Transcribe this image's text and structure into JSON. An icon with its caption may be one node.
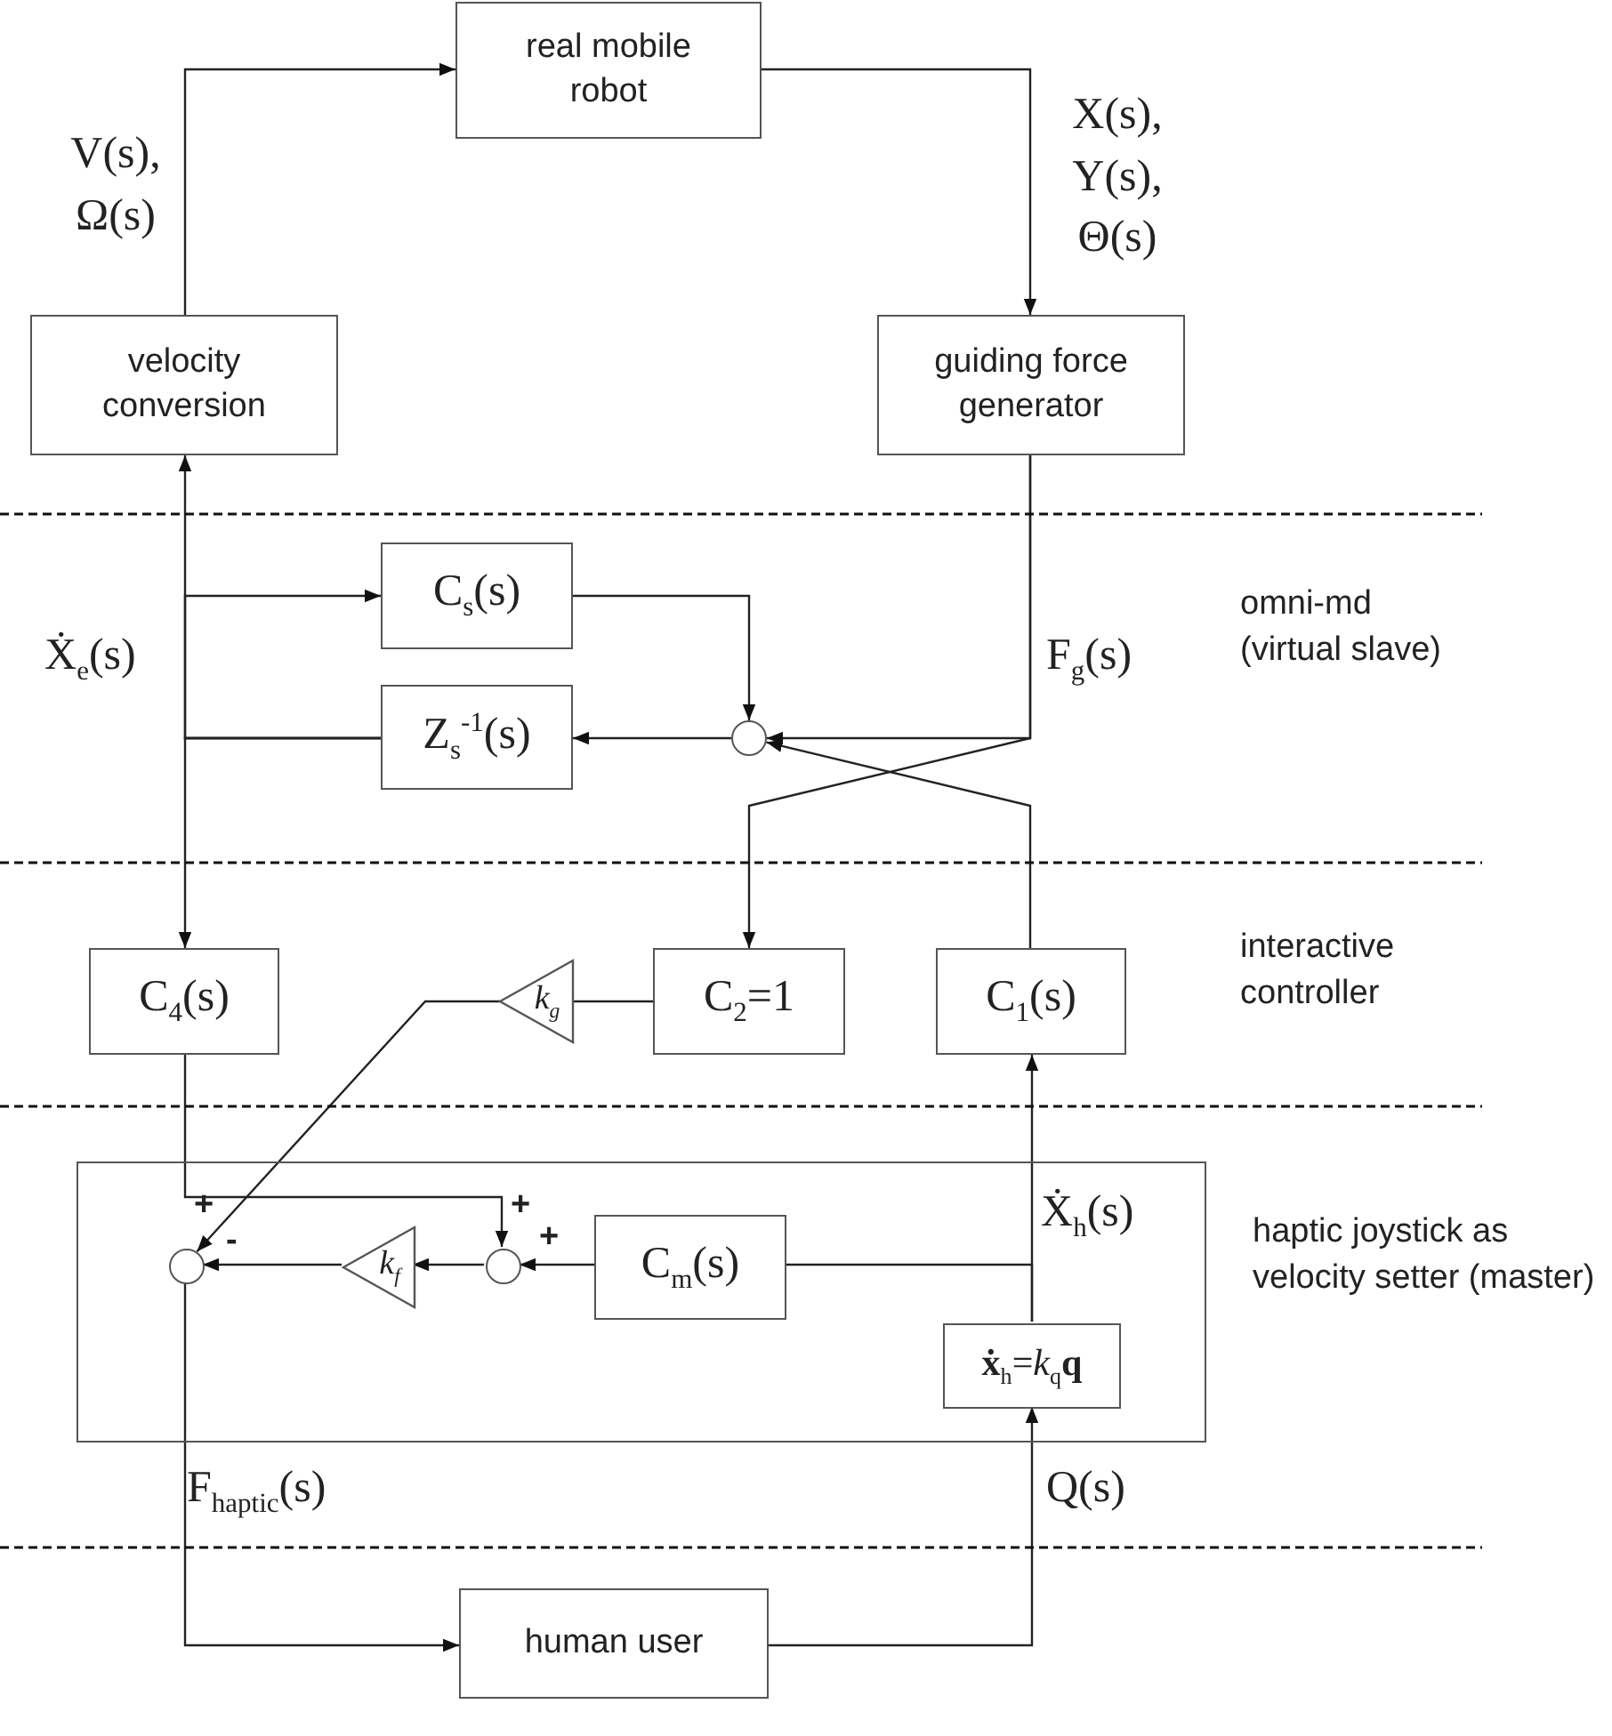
{
  "diagram": {
    "nodes": [
      {
        "text": [
          "real mobile robot"
        ]
      },
      {
        "text": [
          "velocity conversion"
        ]
      },
      {
        "text": [
          "guiding force generator"
        ]
      },
      {
        "text": [
          "C$_{s}$(s)"
        ]
      },
      {
        "text": [
          "Z$_{s}$$^{-1}$(s)"
        ]
      },
      {
        "text": [],
        "shape": "circle"
      },
      {
        "text": [
          "C$_{4}$(s)"
        ]
      },
      {
        "text": [
          "k$_{g}$"
        ]
      },
      {
        "text": [
          "C$_{2}$=1"
        ]
      },
      {
        "text": [
          "C$_{1}$(s)"
        ]
      },
      {
        "text": [
          "haptic joystick as velocity setter (master)"
        ]
      },
      {
        "text": [],
        "shape": "circle",
        "in": 10
      },
      {
        "text": [
          "k$_{f}$"
        ],
        "in": 10
      },
      {
        "text": [],
        "shape": "circle",
        "in": 10
      },
      {
        "text": [
          "C$_{m}$(s)"
        ],
        "in": 10
      },
      {
        "text": [
          "**ẋ**$_{h}$=*k*$_{q}$**q**"
        ],
        "in": 10
      },
      {
        "text": [
          "human user"
        ]
      }
    ],
    "edges": [
      {
        "from": 1,
        "to": 0,
        "arrow": "to"
      },
      {
        "from": 0,
        "to": 2,
        "arrow": "to"
      },
      {
        "from": 2,
        "to": 5,
        "arrow": "to"
      },
      {
        "from": 2,
        "to": 8,
        "arrow": "to"
      },
      {
        "from": 9,
        "to": 5,
        "arrow": "to"
      },
      {
        "from": 5,
        "to": 4,
        "arrow": "to"
      },
      {
        "from": 4,
        "to": 1,
        "arrow": "to"
      },
      {
        "from": 4,
        "to": 6,
        "arrow": "to"
      },
      {
        "from": 4,
        "to": 3,
        "arrow": "to"
      },
      {
        "from": 3,
        "to": 5,
        "arrow": "to"
      },
      {
        "from": 6,
        "to": 13,
        "arrow": "to"
      },
      {
        "from": 8,
        "to": 7,
        "arrow": "none"
      },
      {
        "from": 7,
        "to": 11,
        "arrow": "to"
      },
      {
        "from": 14,
        "to": 13,
        "arrow": "to"
      },
      {
        "from": 13,
        "to": 12,
        "arrow": "to"
      },
      {
        "from": 12,
        "to": 11,
        "arrow": "to"
      },
      {
        "from": 11,
        "to": 16,
        "arrow": "to"
      },
      {
        "from": 16,
        "to": 15,
        "arrow": "to"
      },
      {
        "from": 15,
        "to": 9,
        "arrow": "to"
      },
      {
        "from": 15,
        "to": 14,
        "arrow": "to"
      }
    ],
    "labels": [
      "V(s), Ω(s)",
      "X(s), Y(s), Θ(s)",
      "Ẋ$_{e}$(s)",
      "F$_{g}$(s)",
      "omni-md (virtual slave)",
      "interactive controller",
      "+",
      "+",
      "-",
      "+",
      "Ẋ$_{h}$(s)",
      "F$_{haptic}$(s)",
      "Q(s)"
    ]
  }
}
